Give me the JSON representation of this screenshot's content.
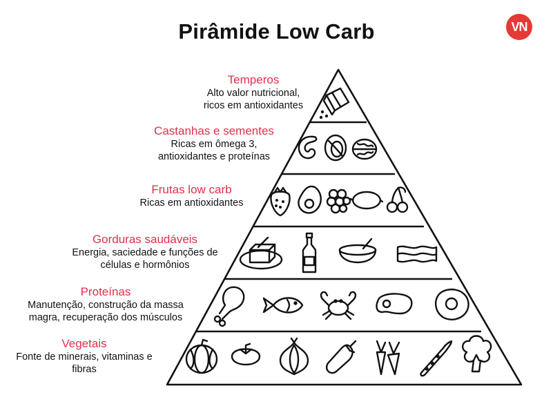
{
  "title": "Pirâmide Low Carb",
  "logo_text": "VN",
  "tiers": [
    {
      "heading": "Temperos",
      "lines": [
        "Alto valor nutricional,",
        "ricos em antioxidantes"
      ]
    },
    {
      "heading": "Castanhas e sementes",
      "lines": [
        "Ricas em ômega 3,",
        "antioxidantes e proteínas"
      ]
    },
    {
      "heading": "Frutas low carb",
      "lines": [
        "Ricas em antioxidantes",
        ""
      ]
    },
    {
      "heading": "Gorduras saudáveis",
      "lines": [
        "Energia, saciedade e funções de",
        "células e hormônios"
      ]
    },
    {
      "heading": "Proteínas",
      "lines": [
        "Manutenção, construção da massa",
        "magra, recuperação dos músculos"
      ]
    },
    {
      "heading": "Vegetais",
      "lines": [
        "Fonte de minerais, vitaminas e",
        "fibras"
      ]
    }
  ],
  "icons": {
    "tier1": [
      "salt-shaker-icon"
    ],
    "tier2": [
      "cashew-icon",
      "pistachio-icon",
      "walnut-icon"
    ],
    "tier3": [
      "strawberry-icon",
      "avocado-icon",
      "raspberry-icon",
      "lemon-icon",
      "cherry-icon"
    ],
    "tier4": [
      "butter-icon",
      "oil-bottle-icon",
      "coconut-icon",
      "bacon-icon"
    ],
    "tier5": [
      "chicken-leg-icon",
      "fish-icon",
      "crab-icon",
      "steak-icon",
      "fried-egg-icon"
    ],
    "tier6": [
      "pumpkin-icon",
      "tomato-icon",
      "onion-icon",
      "eggplant-icon",
      "carrot-icon",
      "green-bean-icon",
      "broccoli-icon"
    ]
  }
}
